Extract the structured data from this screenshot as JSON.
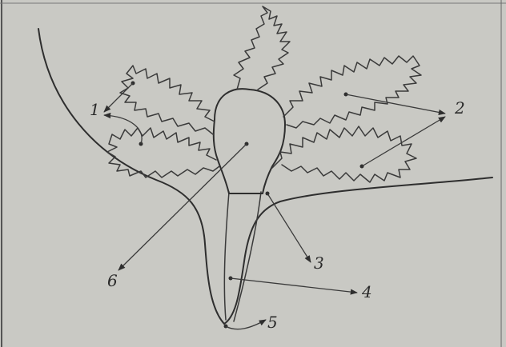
{
  "diagram": {
    "labels": {
      "l1": "1",
      "l2": "2",
      "l3": "3",
      "l4": "4",
      "l5": "5",
      "l6": "6"
    },
    "colors": {
      "background": "#c9c9c4",
      "ink": "#2e2e2e"
    }
  }
}
